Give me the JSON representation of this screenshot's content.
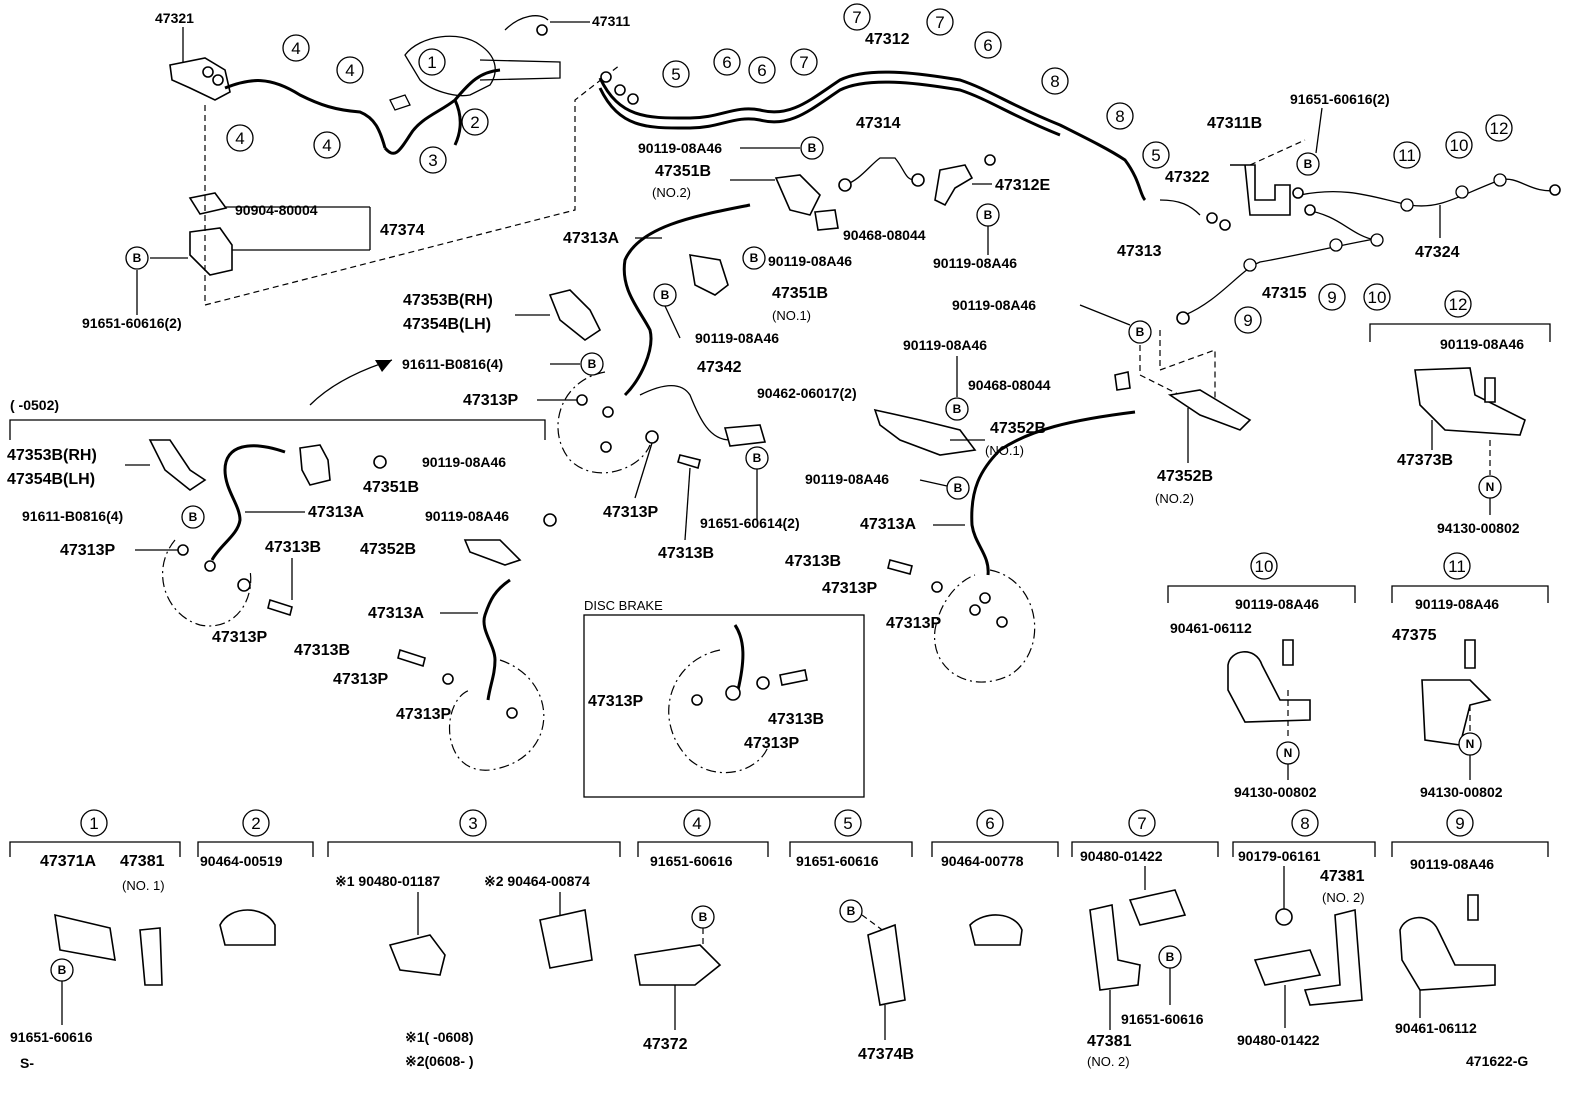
{
  "callouts": {
    "c1": "1",
    "c2": "2",
    "c3": "3",
    "c4": "4",
    "c5": "5",
    "c6": "6",
    "c7": "7",
    "c8": "8",
    "c9": "9",
    "c10": "10",
    "c11": "11",
    "c12": "12",
    "b": "B",
    "n": "N"
  },
  "labels": {
    "p47321": "47321",
    "p47311": "47311",
    "p47312": "47312",
    "p90904_80004": "90904-80004",
    "p47374": "47374",
    "p91651_60616_2": "91651-60616(2)",
    "p90119_08A46": "90119-08A46",
    "p47351B": "47351B",
    "no2": "(NO.2)",
    "no1": "(NO.1)",
    "p47314": "47314",
    "p47312E": "47312E",
    "p90468_08044": "90468-08044",
    "p47313A": "47313A",
    "p47353B_RH": "47353B(RH)",
    "p47354B_LH": "47354B(LH)",
    "p91611_B0816_4": "91611-B0816(4)",
    "p47313P": "47313P",
    "p47342": "47342",
    "p90462_06017_2": "90462-06017(2)",
    "p47313B": "47313B",
    "p91651_60614_2": "91651-60614(2)",
    "p47352B": "47352B",
    "p47313": "47313",
    "p47322": "47322",
    "p47311B": "47311B",
    "p47324": "47324",
    "p47315": "47315",
    "p47373B": "47373B",
    "p94130_00802": "94130-00802",
    "p90461_06112": "90461-06112",
    "p47375": "47375",
    "range_0502": "(      -0502)",
    "disc_brake": "DISC BRAKE",
    "p47371A": "47371A",
    "p47381": "47381",
    "no1s": "(NO. 1)",
    "no2s": "(NO. 2)",
    "p91651_60616": "91651-60616",
    "p90464_00519": "90464-00519",
    "p90480_01187": "※1 90480-01187",
    "p90464_00874": "※2 90464-00874",
    "p47372": "47372",
    "p47374B": "47374B",
    "p90464_00778": "90464-00778",
    "p90480_01422": "90480-01422",
    "p90179_06161": "90179-06161",
    "fn1": "※1(      -0608)",
    "fn2": "※2(0608-      )",
    "s_mark": "S-",
    "fig_id": "471622-G"
  }
}
